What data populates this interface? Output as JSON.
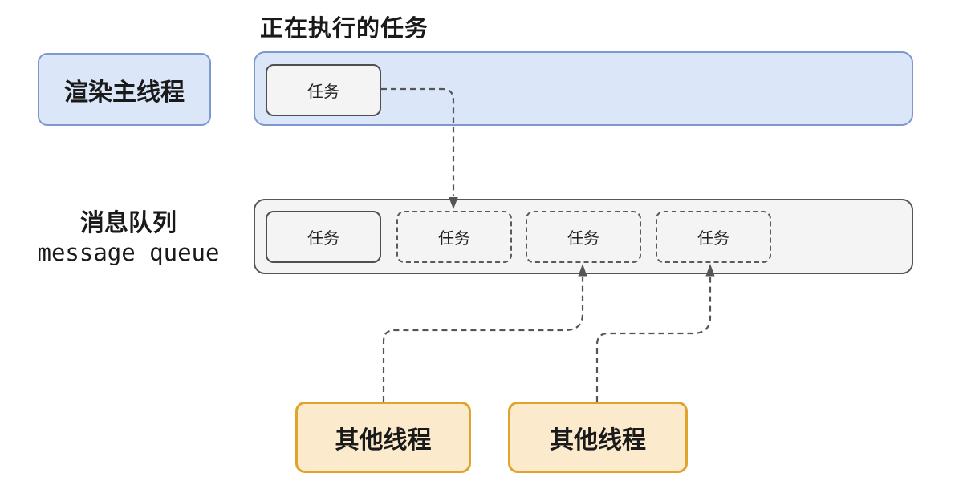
{
  "title": "正在执行的任务",
  "colors": {
    "blue_fill": "#dbe6f8",
    "blue_border": "#7d97cf",
    "gray_fill": "#f4f4f4",
    "gray_border": "#4f4f4f",
    "orange_fill": "#fceacd",
    "orange_border": "#e0a42e",
    "dash_color": "#555555"
  },
  "render_thread": {
    "label": "渲染主线程",
    "running_task": {
      "label": "任务"
    }
  },
  "message_queue": {
    "label_line1": "消息队列",
    "label_line2": "message queue",
    "tasks": [
      {
        "label": "任务",
        "style": "solid"
      },
      {
        "label": "任务",
        "style": "dashed"
      },
      {
        "label": "任务",
        "style": "dashed"
      },
      {
        "label": "任务",
        "style": "dashed"
      }
    ]
  },
  "other_threads": [
    {
      "label": "其他线程"
    },
    {
      "label": "其他线程"
    }
  ]
}
